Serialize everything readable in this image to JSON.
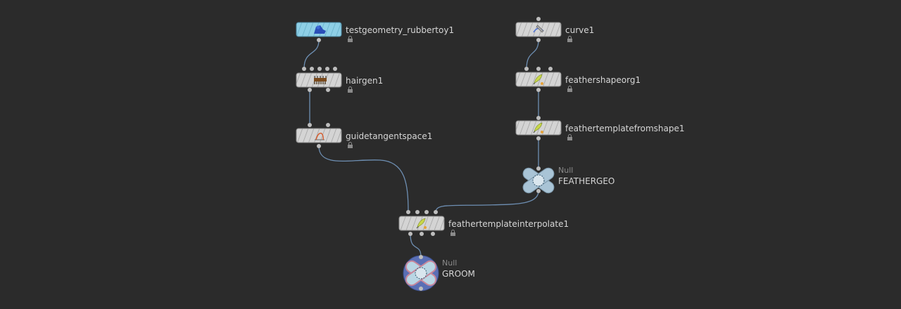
{
  "network": {
    "nodes": [
      {
        "id": "testgeometry_rubbertoy1",
        "label": "testgeometry_rubbertoy1",
        "icon": "rubbertoy-icon",
        "color": "#8ecfe6"
      },
      {
        "id": "hairgen1",
        "label": "hairgen1",
        "icon": "hair-comb-icon",
        "color": "#d4d4d4"
      },
      {
        "id": "guidetangentspace1",
        "label": "guidetangentspace1",
        "icon": "tangent-space-icon",
        "color": "#d4d4d4"
      },
      {
        "id": "curve1",
        "label": "curve1",
        "icon": "curve-pen-icon",
        "color": "#d4d4d4"
      },
      {
        "id": "feathershapeorg1",
        "label": "feathershapeorg1",
        "icon": "feather-icon",
        "color": "#d4d4d4"
      },
      {
        "id": "feathertemplatefromshape1",
        "label": "feathertemplatefromshape1",
        "icon": "feather-icon",
        "color": "#d4d4d4"
      },
      {
        "id": "featherGeo",
        "label": "FEATHERGEO",
        "type": "Null",
        "icon": "null-node-icon",
        "color": "#a9c4d6"
      },
      {
        "id": "feathertemplateinterpolate1",
        "label": "feathertemplateinterpolate1",
        "icon": "feather-icon",
        "color": "#d4d4d4"
      },
      {
        "id": "groom",
        "label": "GROOM",
        "type": "Null",
        "icon": "null-node-icon",
        "color": "#5a6fb5",
        "accent": "#c7879b"
      }
    ],
    "wire_color": "#6e8fb3",
    "connector_color": "#bdbdbd",
    "lock_icon": "lock-icon"
  }
}
